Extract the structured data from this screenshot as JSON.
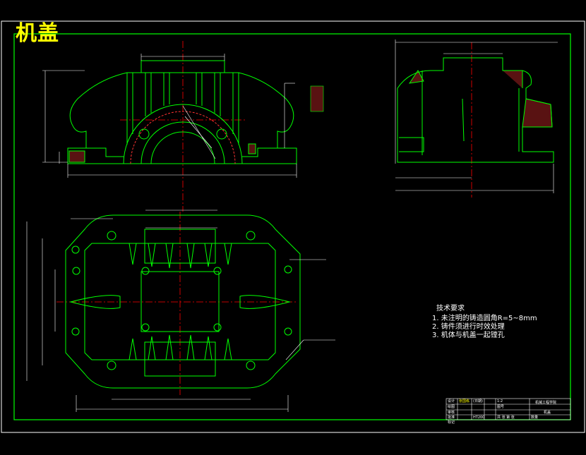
{
  "drawing_title": "机盖",
  "tech_requirements": {
    "heading": "技术要求",
    "items": [
      "1. 未注明的铸造圆角R=5~8mm",
      "2. 铸件须进行时效处理",
      "3. 机体与机盖一起镗孔"
    ]
  },
  "title_block": {
    "designer_label": "设计",
    "designer_name": "张国栋",
    "date_label": "(日期)",
    "scale": "1:2",
    "school": "机械工程学院",
    "drafter_label": "绘图",
    "drawing_no_label": "图号",
    "part_name": "机盖",
    "checker_label": "审核",
    "approve_label": "批准",
    "material": "HT200",
    "sheet_label": "共 张 第 张",
    "qty_label": "数量",
    "mark_label": "标记"
  },
  "colors": {
    "background": "#000000",
    "outline": "#00ff00",
    "dimension": "#ffffff",
    "centerline": "#ff0000",
    "hatch": "#ff3333",
    "title": "#ffff00"
  }
}
